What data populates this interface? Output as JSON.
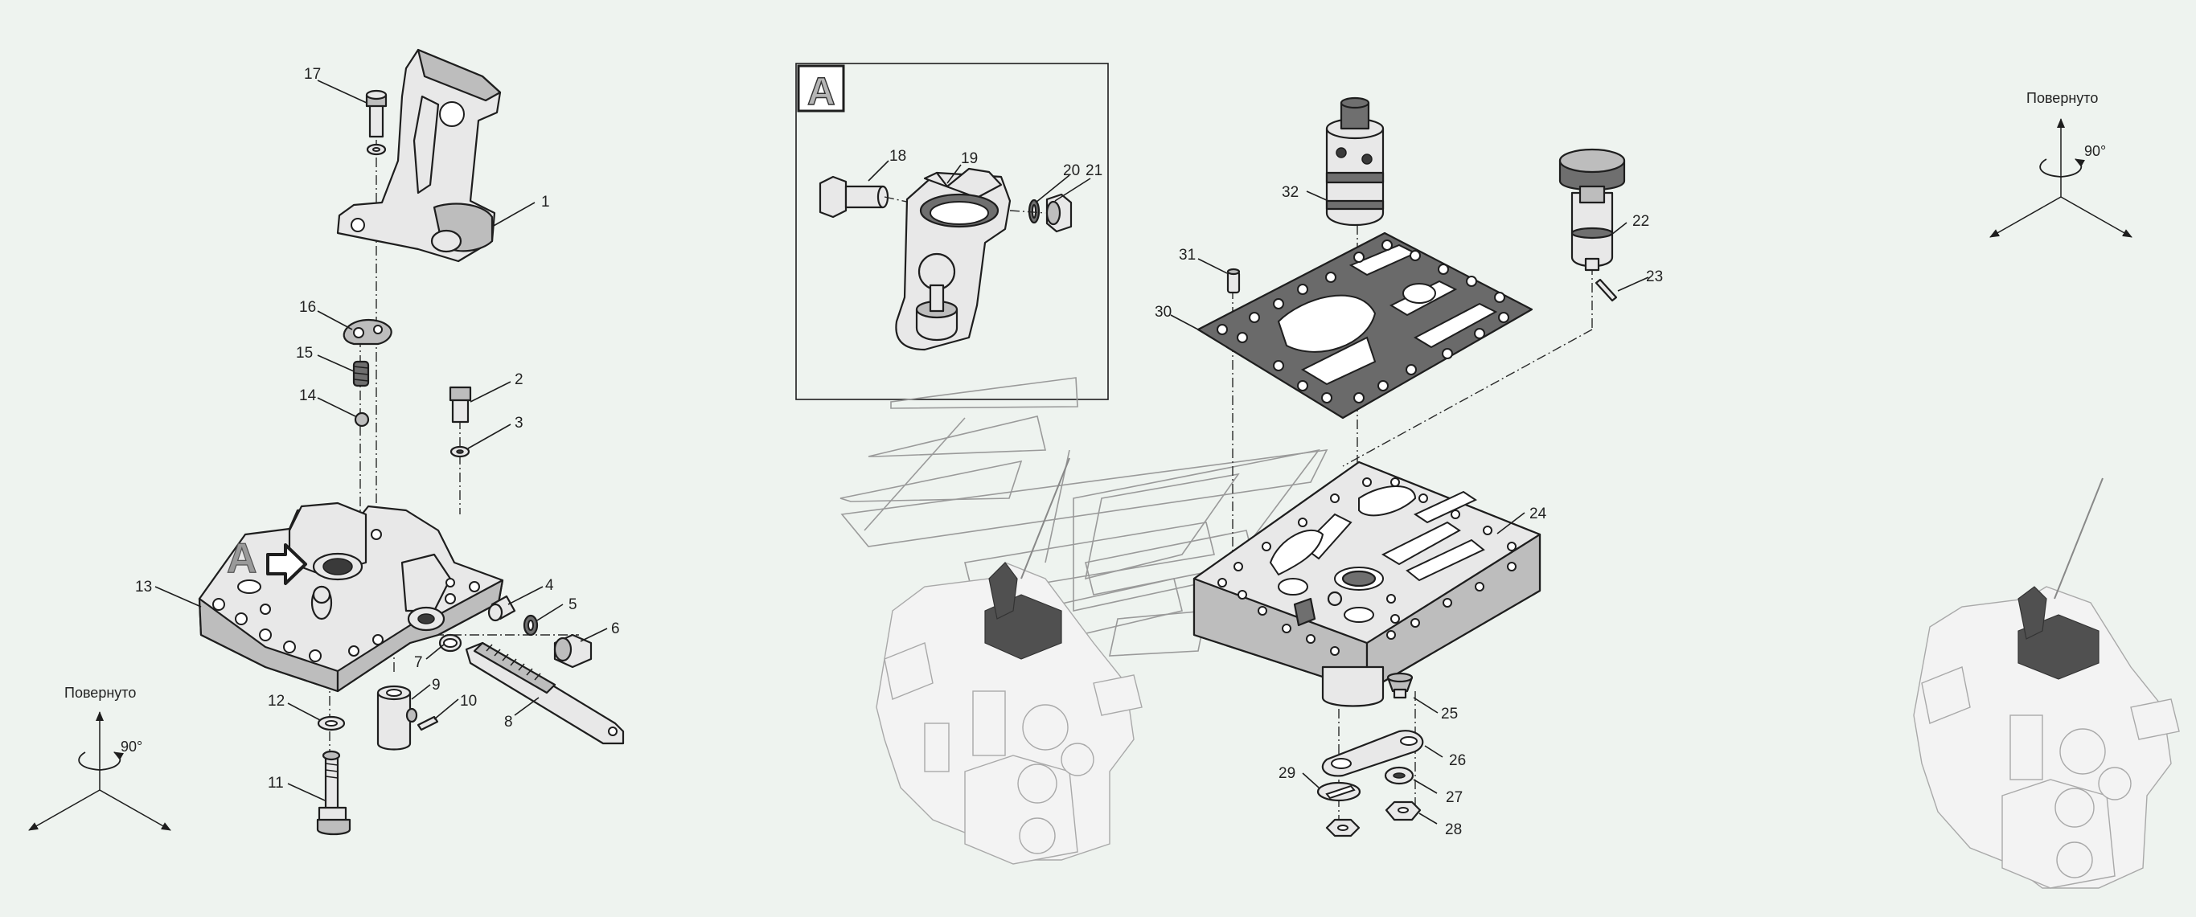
{
  "diagram": {
    "callouts": [
      {
        "id": "17",
        "text": "17"
      },
      {
        "id": "1",
        "text": "1"
      },
      {
        "id": "16",
        "text": "16"
      },
      {
        "id": "15",
        "text": "15"
      },
      {
        "id": "14",
        "text": "14"
      },
      {
        "id": "2",
        "text": "2"
      },
      {
        "id": "3",
        "text": "3"
      },
      {
        "id": "13",
        "text": "13"
      },
      {
        "id": "4",
        "text": "4"
      },
      {
        "id": "5",
        "text": "5"
      },
      {
        "id": "6",
        "text": "6"
      },
      {
        "id": "7",
        "text": "7"
      },
      {
        "id": "9",
        "text": "9"
      },
      {
        "id": "10",
        "text": "10"
      },
      {
        "id": "8",
        "text": "8"
      },
      {
        "id": "12",
        "text": "12"
      },
      {
        "id": "11",
        "text": "11"
      },
      {
        "id": "18",
        "text": "18"
      },
      {
        "id": "19",
        "text": "19"
      },
      {
        "id": "20",
        "text": "20"
      },
      {
        "id": "21",
        "text": "21"
      },
      {
        "id": "32",
        "text": "32"
      },
      {
        "id": "31",
        "text": "31"
      },
      {
        "id": "30",
        "text": "30"
      },
      {
        "id": "22",
        "text": "22"
      },
      {
        "id": "23",
        "text": "23"
      },
      {
        "id": "24",
        "text": "24"
      },
      {
        "id": "25",
        "text": "25"
      },
      {
        "id": "26",
        "text": "26"
      },
      {
        "id": "27",
        "text": "27"
      },
      {
        "id": "28",
        "text": "28"
      },
      {
        "id": "29",
        "text": "29"
      }
    ],
    "detail_label": "A",
    "body_marker_label": "A",
    "rotation_left": {
      "caption": "Повернуто",
      "angle": "90°"
    },
    "rotation_right": {
      "caption": "Повернуто",
      "angle": "90°"
    }
  }
}
